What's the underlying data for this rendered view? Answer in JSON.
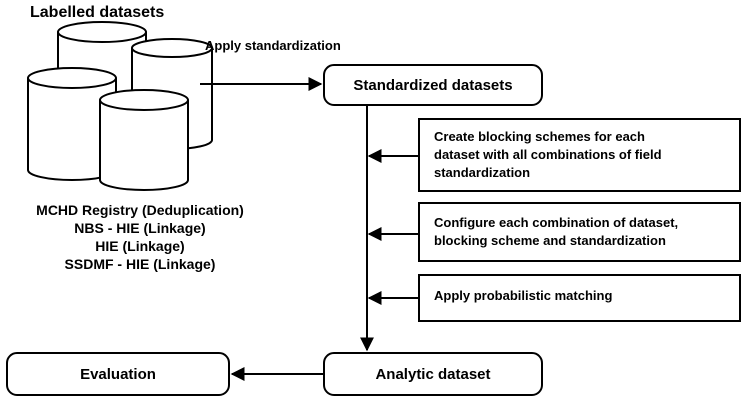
{
  "labelled_datasets": "Labelled datasets",
  "apply_standardization": "Apply standardization",
  "standardized_datasets": "Standardized datasets",
  "tasks": [
    "Create blocking schemes for each\ndataset with all combinations of field\nstandardization",
    "Configure each combination of dataset,\nblocking scheme and standardization",
    "Apply probabilistic matching"
  ],
  "sources": [
    "MCHD Registry (Deduplication)",
    "NBS - HIE (Linkage)",
    "HIE (Linkage)",
    "SSDMF - HIE (Linkage)"
  ],
  "analytic_dataset": "Analytic dataset",
  "evaluation": "Evaluation",
  "colors": {
    "stroke": "#000000",
    "fill": "#ffffff"
  }
}
